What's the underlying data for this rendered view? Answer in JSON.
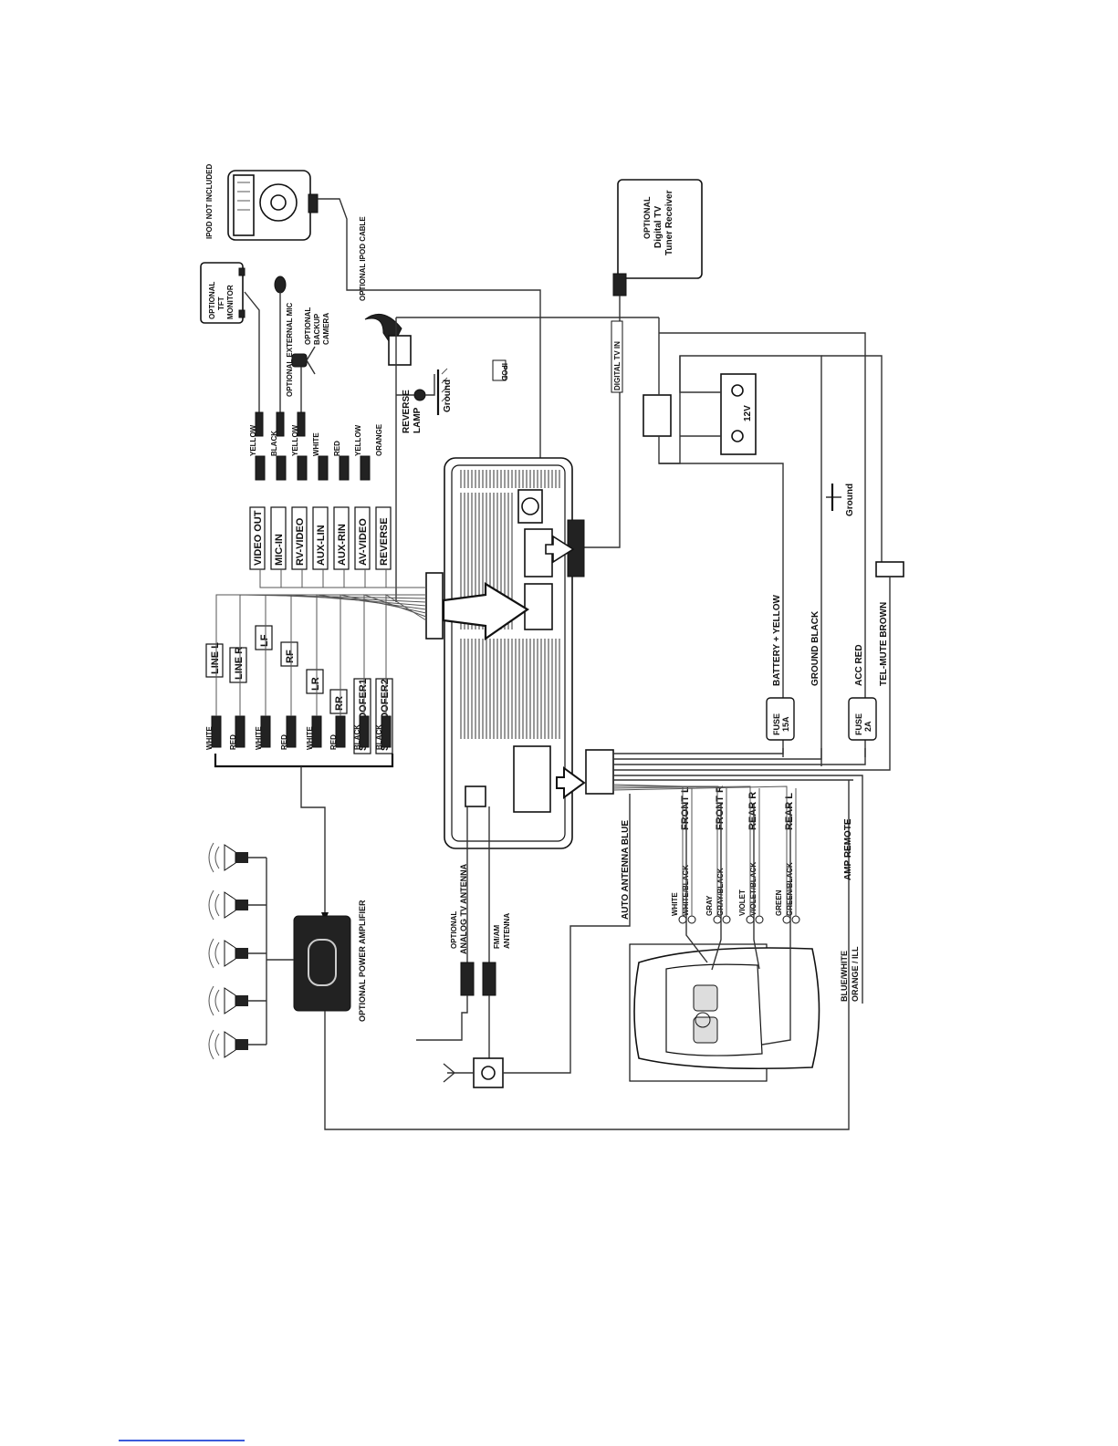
{
  "devices": {
    "ipod": "IPOD NOT INCLUDED",
    "ipod_cable": "OPTIONAL IPOD CABLE",
    "ipod_port": "IPOD",
    "tft_line1": "OPTIONAL",
    "tft_line2": "TFT",
    "tft_line3": "MONITOR",
    "mic": "OPTIONAL EXTERNAL MIC",
    "camera_line1": "OPTIONAL",
    "camera_line2": "BACKUP",
    "camera_line3": "CAMERA",
    "dtv_line1": "OPTIONAL",
    "dtv_line2": "Digital TV",
    "dtv_line3": "Tuner Receiver",
    "dtv_in": "DIGITAL TV IN",
    "reverse_lamp_line1": "REVERSE",
    "reverse_lamp_line2": "LAMP",
    "ground": "Ground",
    "battery": "12V",
    "amp": "OPTIONAL POWER AMPLIFIER",
    "analog_tv_line1": "OPTIONAL",
    "analog_tv_line2": "ANALOG TV ANTENNA",
    "fm_line1": "FM/AM",
    "fm_line2": "ANTENNA"
  },
  "av_inputs": [
    {
      "label": "VIDEO OUT",
      "color": "YELLOW"
    },
    {
      "label": "MIC-IN",
      "color": "BLACK"
    },
    {
      "label": "RV-VIDEO",
      "color": "YELLOW"
    },
    {
      "label": "AUX-LIN",
      "color": "WHITE"
    },
    {
      "label": "AUX-RIN",
      "color": "RED"
    },
    {
      "label": "AV-VIDEO",
      "color": "YELLOW"
    },
    {
      "label": "REVERSE",
      "color": "ORANGE"
    }
  ],
  "line_outputs": [
    {
      "label": "LINE L",
      "color": "WHITE"
    },
    {
      "label": "LINE R",
      "color": "RED"
    },
    {
      "label": "LF",
      "color": "WHITE"
    },
    {
      "label": "RF",
      "color": "RED"
    },
    {
      "label": "LR",
      "color": "WHITE"
    },
    {
      "label": "RR",
      "color": "RED"
    },
    {
      "label": "SUBWOOFER1",
      "color": "BLACK"
    },
    {
      "label": "SUBWOOFER2",
      "color": "BLACK"
    }
  ],
  "power": [
    {
      "label": "BATTERY + YELLOW",
      "fuse1": "FUSE",
      "fuse2": "15A"
    },
    {
      "label": "GROUND   BLACK"
    },
    {
      "label": "ACC       RED",
      "fuse1": "FUSE",
      "fuse2": "2A"
    },
    {
      "label": "TEL-MUTE BROWN"
    }
  ],
  "speakers": [
    {
      "label": "FRONT L",
      "pos": "WHITE",
      "neg": "WHITE/BLACK"
    },
    {
      "label": "FRONT R",
      "pos": "GRAY",
      "neg": "GRAY/BLACK"
    },
    {
      "label": "REAR R",
      "pos": "VIOLET",
      "neg": "VIOLET/BLACK"
    },
    {
      "label": "REAR L",
      "pos": "GREEN",
      "neg": "GREEN/BLACK"
    }
  ],
  "misc_wires": {
    "auto_antenna": "AUTO ANTENNA   BLUE",
    "amp_remote": "AMP REMOTE",
    "blue_white": "BLUE/WHITE",
    "orange_ill": "ORANGE / ILL"
  }
}
